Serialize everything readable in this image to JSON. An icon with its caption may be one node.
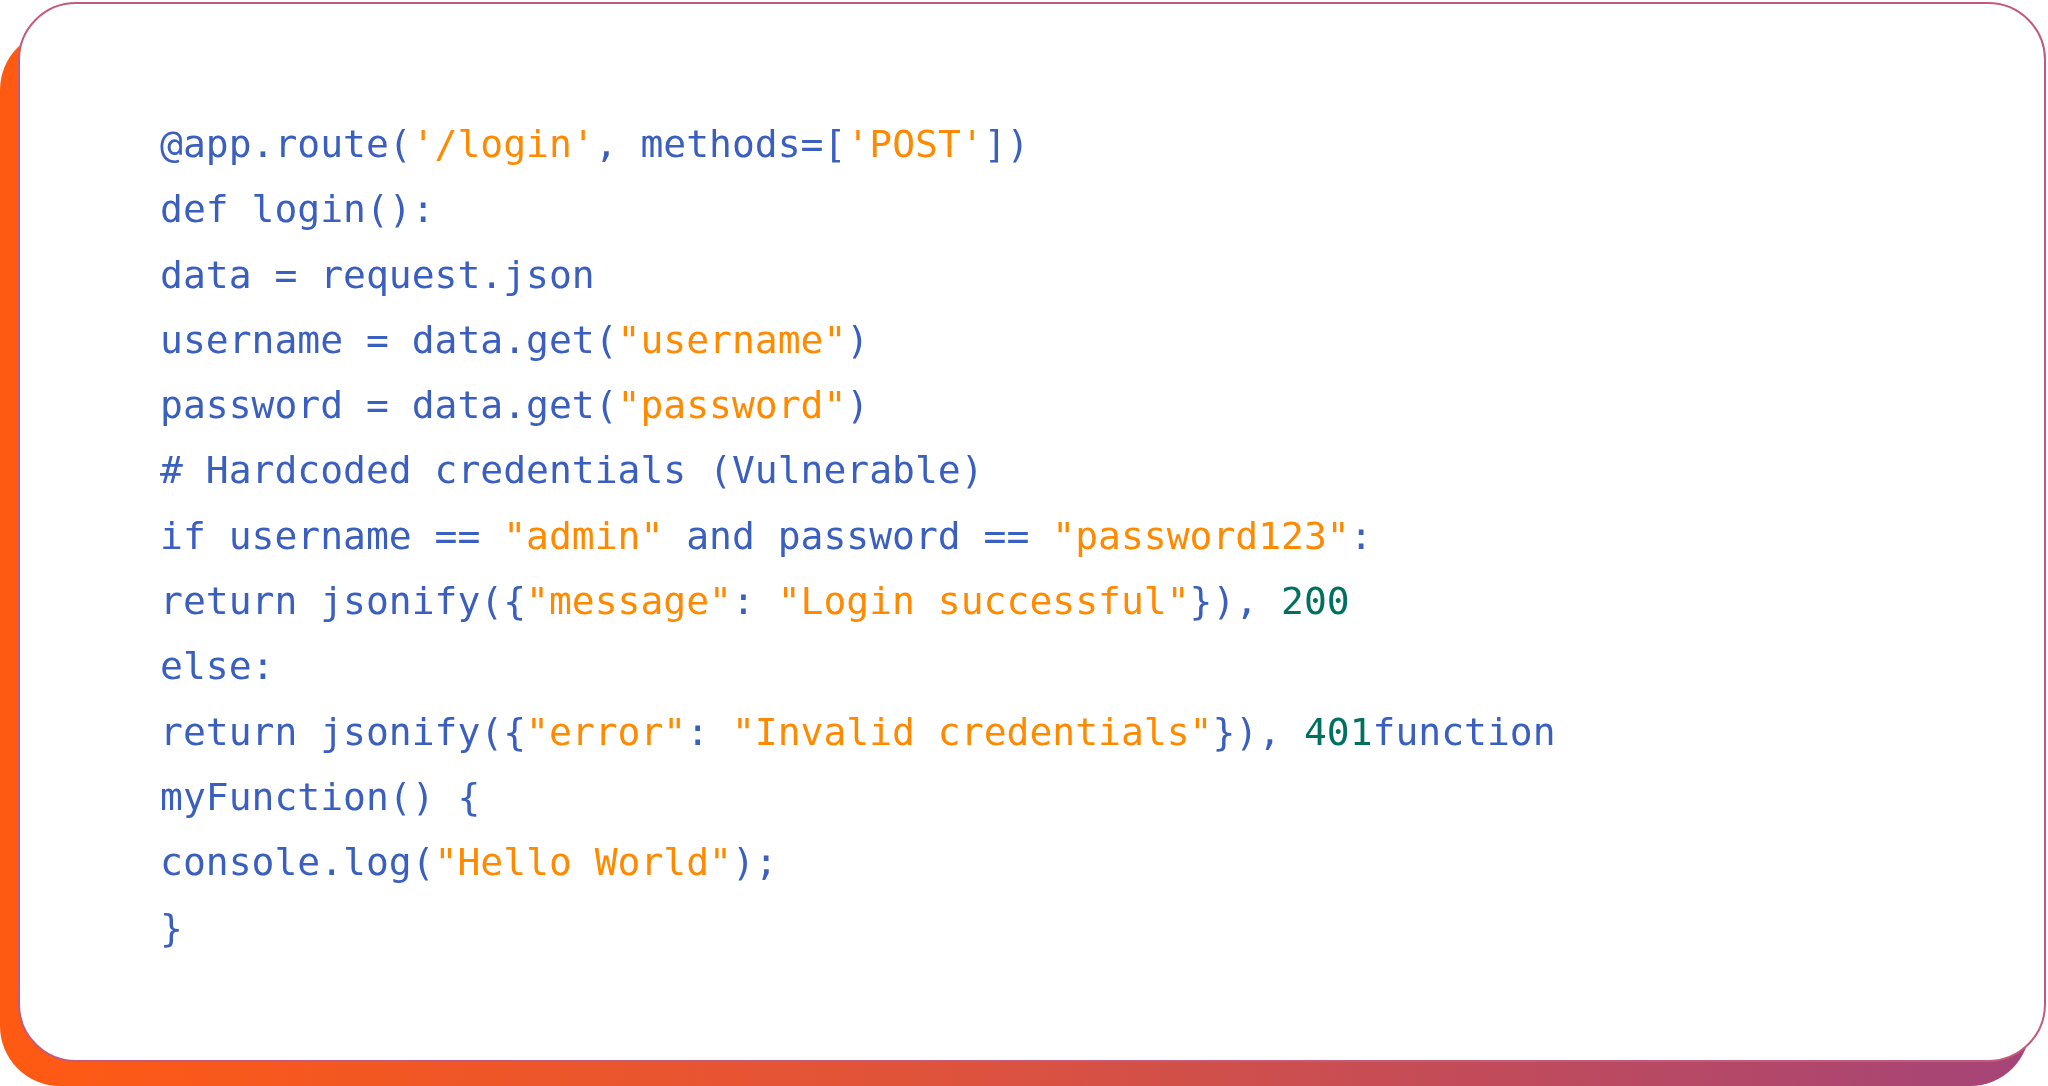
{
  "diagram": {
    "labels": [
      "@app.route('/login', methods=['POST'])",
      "def login():",
      "data = request.json",
      "username = data.get(\"username\")",
      "password = data.get(\"password\")",
      "# Hardcoded credentials (Vulnerable)",
      "if username == \"admin\" and password == \"password123\":",
      "return jsonify({\"message\": \"Login successful\"}), 200",
      "else:",
      "return jsonify({\"error\": \"Invalid credentials\"}), 401function",
      "myFunction() {",
      "console.log(\"Hello World\");",
      "}"
    ]
  }
}
